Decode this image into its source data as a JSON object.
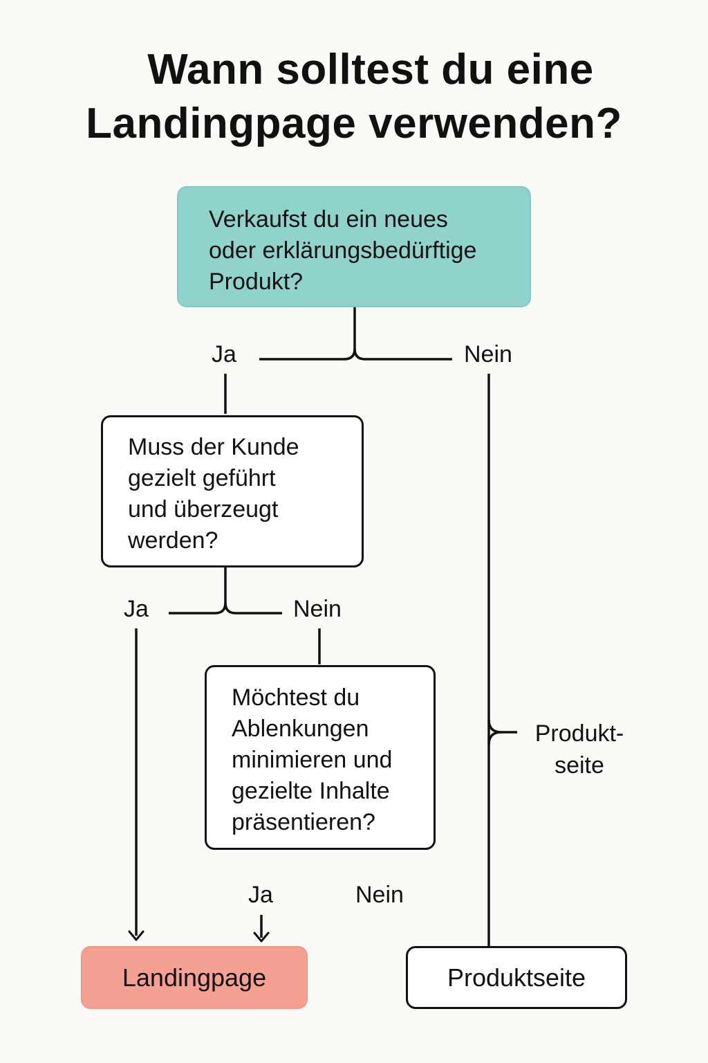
{
  "title": {
    "line1": "Wann solltest du eine",
    "line2": "Landingpage verwenden?"
  },
  "question1": {
    "lines": [
      "Verkaufst du ein neues",
      "oder erklärungsbedürftige",
      "Produkt?"
    ]
  },
  "question2": {
    "lines": [
      "Muss der Kunde",
      "gezielt geführt",
      "und überzeugt",
      "werden?"
    ]
  },
  "question3": {
    "lines": [
      "Möchtest du",
      "Ablenkungen",
      "minimieren und",
      "gezielte Inhalte",
      "präsentieren?"
    ]
  },
  "branches": {
    "q1_yes": "Ja",
    "q1_no": "Nein",
    "q2_yes": "Ja",
    "q2_no": "Nein",
    "q3_yes": "Ja",
    "q3_no": "Nein"
  },
  "side_label": {
    "line1": "Produkt-",
    "line2": "seite"
  },
  "results": {
    "landing": "Landingpage",
    "product": "Produktseite"
  },
  "colors": {
    "question_fill": "#8fd3cb",
    "landing_fill": "#f4a193",
    "line": "#111111",
    "background": "#fbfaf6"
  }
}
